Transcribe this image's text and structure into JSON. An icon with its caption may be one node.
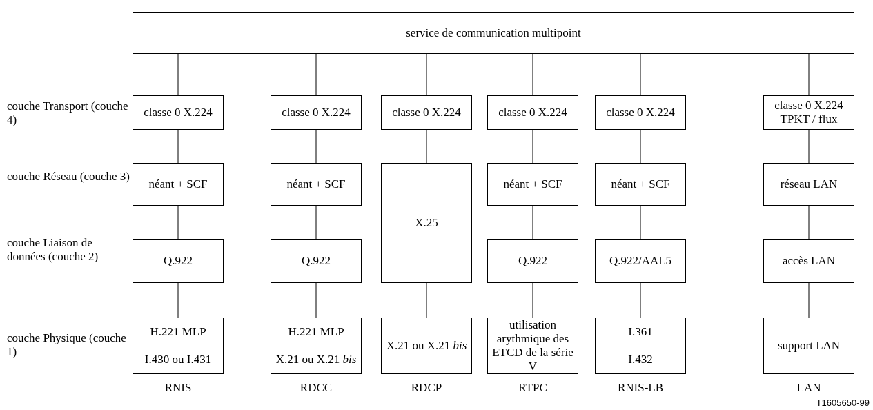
{
  "diagram": {
    "nodes": [
      {
        "text": [
          "service de communication multipoint"
        ]
      },
      {
        "text": [
          "classe 0 X.224"
        ]
      },
      {
        "text": [
          "néant + SCF"
        ]
      },
      {
        "text": [
          "Q.922"
        ]
      },
      {
        "text": [
          "H.221 MLP",
          "I.430 ou I.431"
        ]
      },
      {
        "text": [
          "classe 0 X.224"
        ]
      },
      {
        "text": [
          "néant + SCF"
        ]
      },
      {
        "text": [
          "Q.922"
        ]
      },
      {
        "text": [
          "H.221 MLP",
          "X.21 ou X.21 *bis*"
        ]
      },
      {
        "text": [
          "classe 0 X.224"
        ]
      },
      {
        "text": [
          "X.25"
        ]
      },
      {
        "text": [
          "X.21 ou X.21 *bis*"
        ]
      },
      {
        "text": [
          "classe 0 X.224"
        ]
      },
      {
        "text": [
          "néant + SCF"
        ]
      },
      {
        "text": [
          "Q.922"
        ]
      },
      {
        "text": [
          "utilisation arythmique des ETCD de la série V"
        ]
      },
      {
        "text": [
          "classe 0 X.224"
        ]
      },
      {
        "text": [
          "néant + SCF"
        ]
      },
      {
        "text": [
          "Q.922/AAL5"
        ]
      },
      {
        "text": [
          "I.361",
          "I.432"
        ]
      },
      {
        "text": [
          "classe 0 X.224 TPKT / flux"
        ]
      },
      {
        "text": [
          "réseau LAN"
        ]
      },
      {
        "text": [
          "accès LAN"
        ]
      },
      {
        "text": [
          "support LAN"
        ]
      }
    ],
    "edges": [
      {
        "from": 0,
        "to": 1,
        "arrow": "none"
      },
      {
        "from": 1,
        "to": 2,
        "arrow": "none"
      },
      {
        "from": 2,
        "to": 3,
        "arrow": "none"
      },
      {
        "from": 3,
        "to": 4,
        "arrow": "none"
      },
      {
        "from": 0,
        "to": 5,
        "arrow": "none"
      },
      {
        "from": 5,
        "to": 6,
        "arrow": "none"
      },
      {
        "from": 6,
        "to": 7,
        "arrow": "none"
      },
      {
        "from": 7,
        "to": 8,
        "arrow": "none"
      },
      {
        "from": 0,
        "to": 9,
        "arrow": "none"
      },
      {
        "from": 9,
        "to": 10,
        "arrow": "none"
      },
      {
        "from": 10,
        "to": 11,
        "arrow": "none"
      },
      {
        "from": 0,
        "to": 12,
        "arrow": "none"
      },
      {
        "from": 12,
        "to": 13,
        "arrow": "none"
      },
      {
        "from": 13,
        "to": 14,
        "arrow": "none"
      },
      {
        "from": 14,
        "to": 15,
        "arrow": "none"
      },
      {
        "from": 0,
        "to": 16,
        "arrow": "none"
      },
      {
        "from": 16,
        "to": 17,
        "arrow": "none"
      },
      {
        "from": 17,
        "to": 18,
        "arrow": "none"
      },
      {
        "from": 18,
        "to": 19,
        "arrow": "none"
      },
      {
        "from": 0,
        "to": 20,
        "arrow": "none"
      },
      {
        "from": 20,
        "to": 21,
        "arrow": "none"
      },
      {
        "from": 21,
        "to": 22,
        "arrow": "none"
      },
      {
        "from": 22,
        "to": 23,
        "arrow": "none"
      }
    ],
    "labels": [
      "couche Transport (couche 4)",
      "couche Réseau (couche 3)",
      "couche Liaison de données (couche 2)",
      "couche Physique (couche 1)",
      "RNIS",
      "RDCC",
      "RDCP",
      "RTPC",
      "RNIS-LB",
      "LAN",
      "T1605650-99"
    ]
  }
}
